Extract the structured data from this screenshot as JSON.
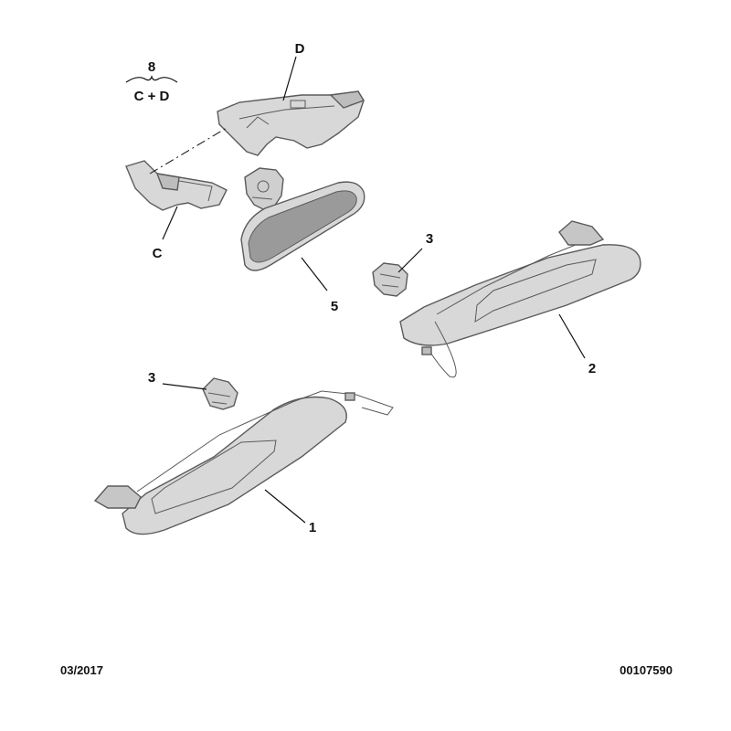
{
  "group": {
    "number": "8",
    "formula": "C + D"
  },
  "callouts": {
    "d": "D",
    "c": "C",
    "five": "5",
    "three_right": "3",
    "three_left": "3",
    "two": "2",
    "one": "1"
  },
  "footer": {
    "date": "03/2017",
    "reference": "00107590"
  },
  "colors": {
    "part_fill": "#d8d8d8",
    "part_shade": "#bdbdbd",
    "mirror_glass": "#9a9a9a",
    "ink": "#111111"
  }
}
